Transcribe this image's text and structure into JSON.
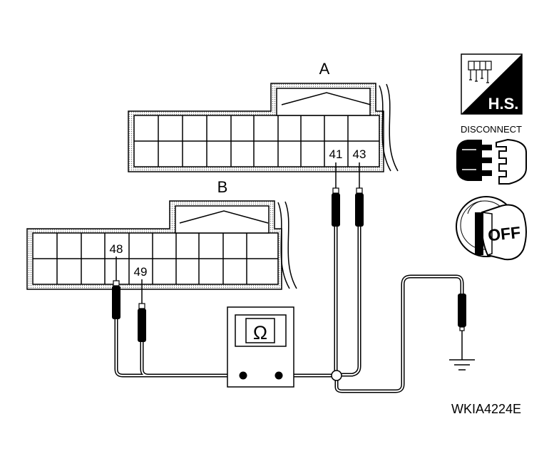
{
  "connector_a": {
    "label": "A",
    "pins": [
      "41",
      "43"
    ]
  },
  "connector_b": {
    "label": "B",
    "pins": [
      "48",
      "49"
    ]
  },
  "meter": {
    "symbol": "Ω"
  },
  "badges": {
    "hs": "H.S.",
    "disconnect": "DISCONNECT",
    "off": "OFF"
  },
  "figure_code": "WKIA4224E"
}
